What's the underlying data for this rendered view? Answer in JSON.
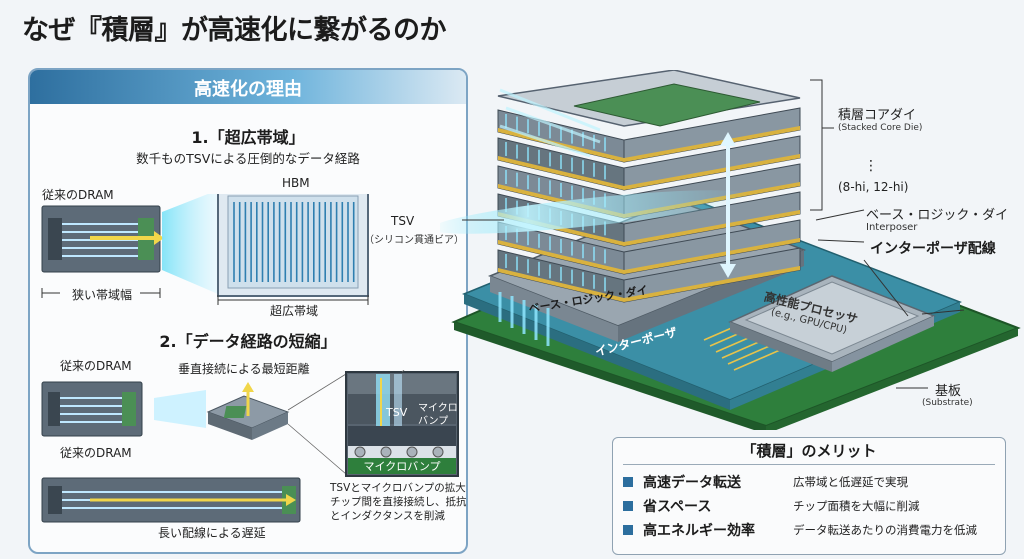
{
  "page_title": "なぜ『積層』が高速化に繋がるのか",
  "reasons": {
    "header": "高速化の理由",
    "bandwidth": {
      "heading": "1.「超広帯域」",
      "subtitle": "数千ものTSVによる圧倒的なデータ経路",
      "conventional_label": "従来のDRAM",
      "conventional_caption": "狭い帯域幅",
      "hbm_label": "HBM",
      "hbm_caption": "超広帯域"
    },
    "shorter_path": {
      "heading": "2.「データ経路の短縮」",
      "conventional_label_1": "従来のDRAM",
      "vertical_caption": "垂直接続による最短距離",
      "conventional_label_2": "従来のDRAM",
      "long_wire_caption": "長い配線による遅延",
      "zoom_tsv": "TSV",
      "zoom_microbump": "マイクロバンプ",
      "zoom_bottom": "マイクロバンプ",
      "zoom_caption_1": "TSVとマイクロバンプの拡大図",
      "zoom_caption_2": "チップ間を直接接続し、抵抗",
      "zoom_caption_3": "とインダクタンスを削減"
    }
  },
  "diagram": {
    "tsv_label": "TSV",
    "tsv_sublabel": "（シリコン貫通ビア）",
    "base_die_on_chip": "ベース・ロジック・ダイ",
    "interposer_on_chip": "インターポーザ",
    "processor_label": "高性能プロセッサ",
    "processor_sublabel": "(e.g., GPU/CPU)",
    "callouts": {
      "core_die": "積層コアダイ",
      "core_die_en": "(Stacked Core Die)",
      "ellipsis": "⋮",
      "layers": "(8-hi, 12-hi)",
      "base_die": "ベース・ロジック・ダイ",
      "interposer_en": "Interposer",
      "interposer_wiring": "インターポーザ配線",
      "substrate": "基板",
      "substrate_en": "(Substrate)"
    }
  },
  "merits": {
    "title": "「積層」のメリット",
    "items": [
      {
        "name": "高速データ転送",
        "desc": "広帯域と低遅延で実現"
      },
      {
        "name": "省スペース",
        "desc": "チップ面積を大幅に削減"
      },
      {
        "name": "高エネルギー効率",
        "desc": "データ転送あたりの消費電力を低減"
      }
    ]
  },
  "colors": {
    "accent_blue": "#2c6e9e",
    "substrate_green": "#2e7f3c",
    "glow_cyan": "#7fe3f7",
    "arrow_yellow": "#f1d64a"
  }
}
